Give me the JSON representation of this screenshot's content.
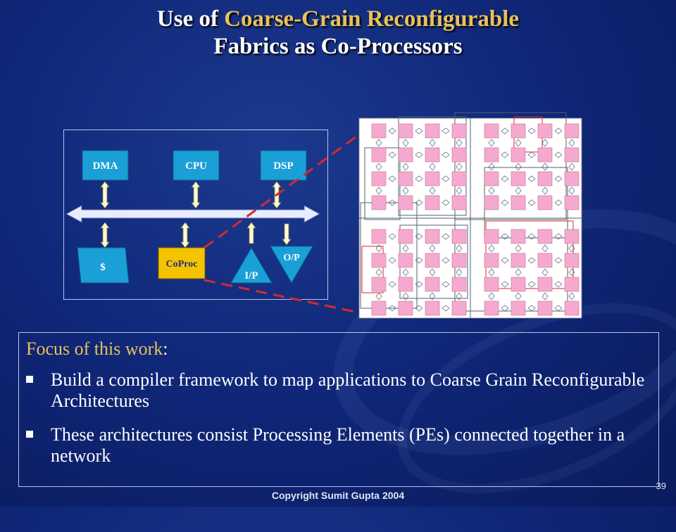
{
  "title": {
    "line1_prefix": "Use of ",
    "line1_highlight": "Coarse-Grain Reconfigurable",
    "line2": "Fabrics as Co-Processors"
  },
  "diagram": {
    "top_blocks": [
      "DMA",
      "CPU",
      "DSP"
    ],
    "cache_label": "$",
    "coproc_label": "CoProc",
    "input_label": "I/P",
    "output_label": "O/P"
  },
  "focus": {
    "heading": "Focus of this work",
    "colon": ":",
    "bullets": [
      "Build a compiler framework to map applications to Coarse Grain Reconfigurable Architectures",
      "These architectures consist  Processing Elements (PEs) connected together in a network"
    ]
  },
  "footer": {
    "copyright": "Copyright Sumit Gupta 2004",
    "page": "39"
  },
  "colors": {
    "background": "#10287a",
    "title_highlight": "#e8c25a",
    "block_blue": "#1aa0d6",
    "coproc_yellow": "#f5c400",
    "pe_pink": "#f6a9cf",
    "dash_red": "#d8282c",
    "arrow_cream": "#fffbd0"
  }
}
